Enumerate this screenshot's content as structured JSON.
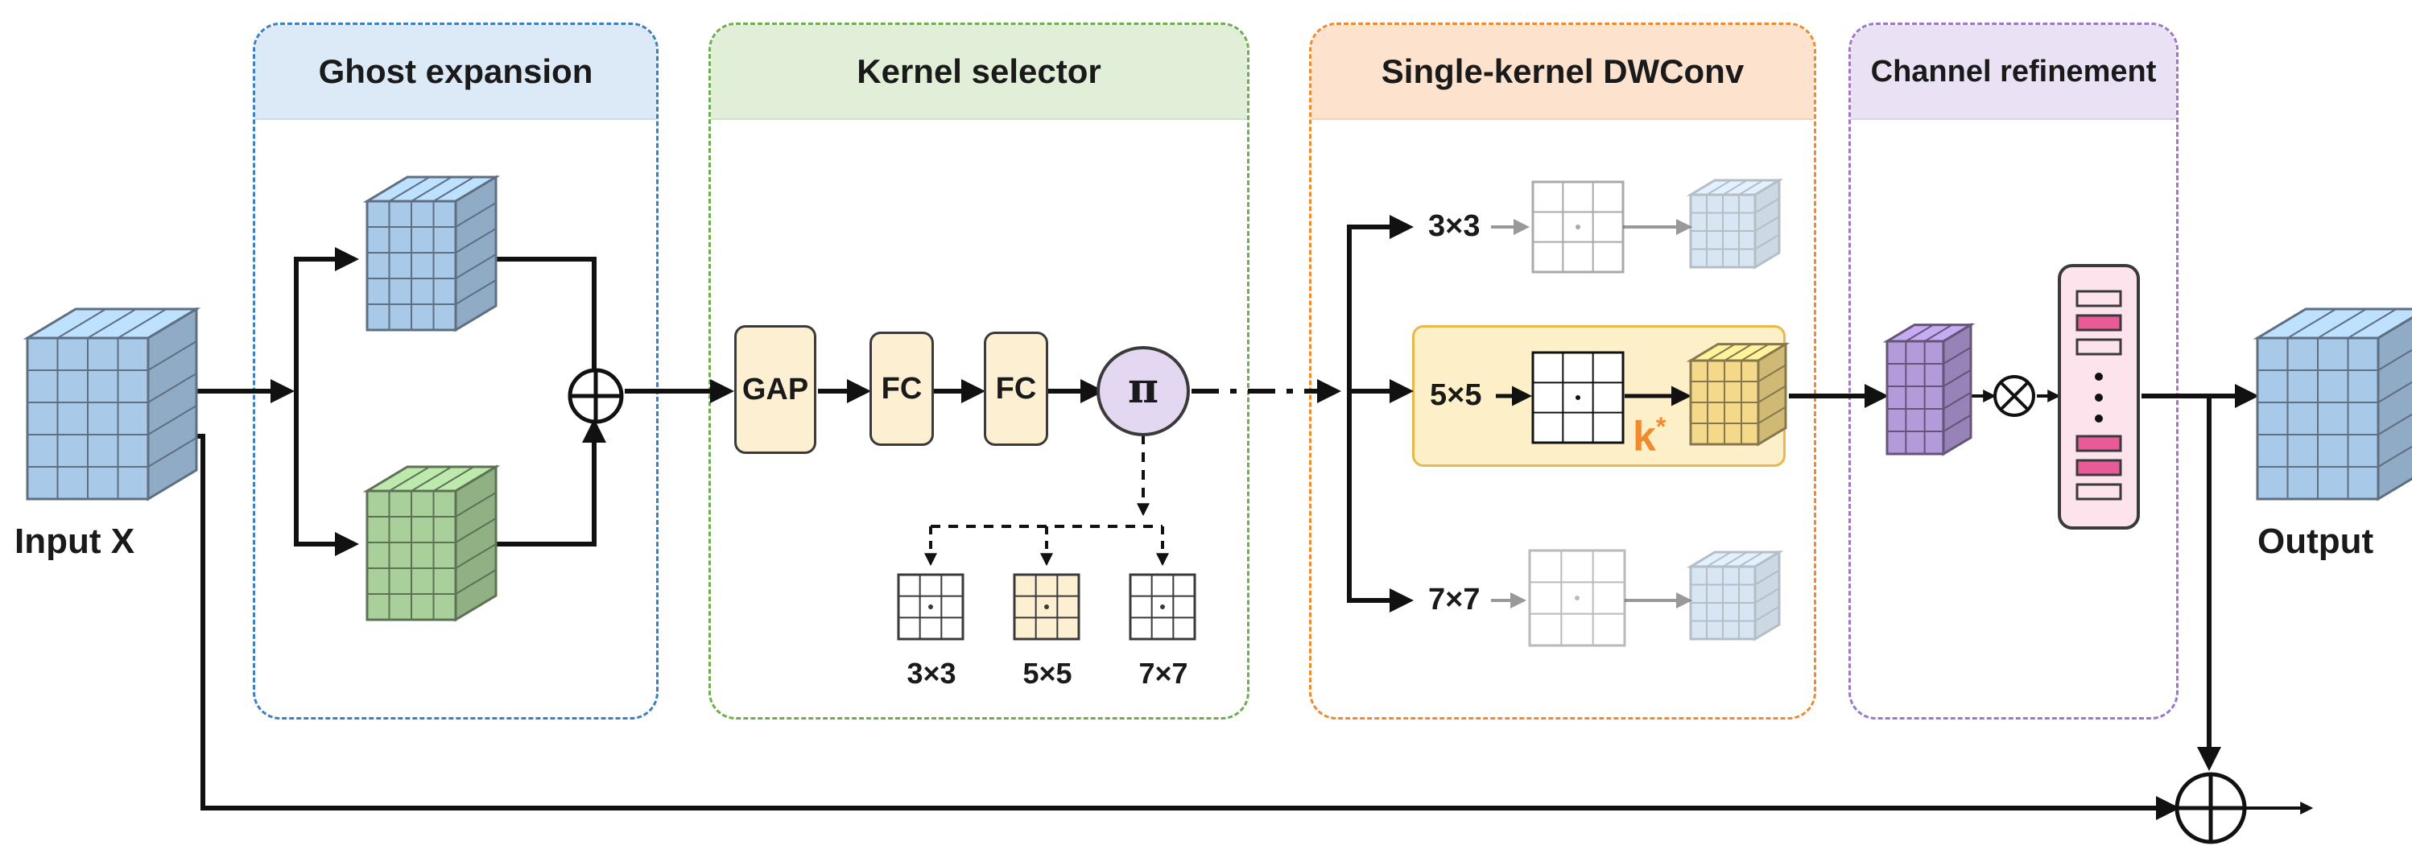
{
  "input": {
    "label": "Input X"
  },
  "output": {
    "label": "Output"
  },
  "panels": {
    "ghost": {
      "title": "Ghost expansion",
      "border": "#3b7fc4",
      "fill": "#dce9f6"
    },
    "selector": {
      "title": "Kernel selector",
      "border": "#6fae4f",
      "fill": "#e2efd8"
    },
    "dwconv": {
      "title": "Single-kernel DWConv",
      "border": "#f08a2f",
      "fill": "#fde3cd"
    },
    "refine": {
      "title": "Channel refinement",
      "border": "#9b78c8",
      "fill": "#ebe1f4"
    }
  },
  "selector": {
    "gap": "GAP",
    "fc1": "FC",
    "fc2": "FC",
    "pi": "π",
    "candidates": [
      "3×3",
      "5×5",
      "7×7"
    ]
  },
  "dwconv": {
    "branches": [
      "3×3",
      "5×5",
      "7×7"
    ],
    "selected_mark": "k",
    "selected_mark_sup": "*",
    "selected_color": "#f08a2f"
  },
  "colors": {
    "blue_cube": "#a9c9e8",
    "green_cube": "#a9d09a",
    "yellow_cube": "#f5d98a",
    "purple_cube": "#b39ad9",
    "pink_block": "#e85b96",
    "highlight_fill": "#fdf0c8",
    "highlight_border": "#e8b94a"
  }
}
